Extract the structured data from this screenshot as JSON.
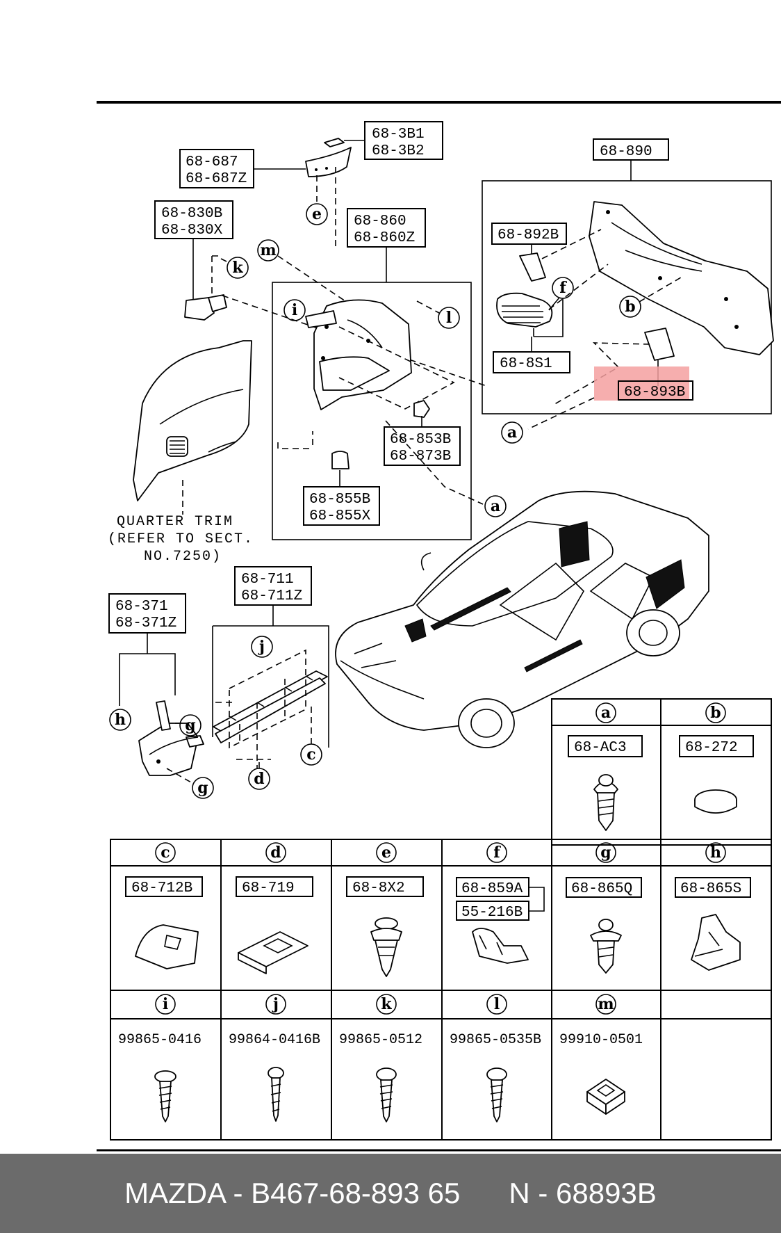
{
  "labels": {
    "p68_3B1": "68-3B1",
    "p68_3B2": "68-3B2",
    "p68_687": "68-687",
    "p68_687Z": "68-687Z",
    "p68_830B": "68-830B",
    "p68_830X": "68-830X",
    "p68_860": "68-860",
    "p68_860Z": "68-860Z",
    "p68_890": "68-890",
    "p68_892B": "68-892B",
    "p68_8S1": "68-8S1",
    "p68_893B": "68-893B",
    "p68_853B": "68-853B",
    "p68_873B": "68-873B",
    "p68_855B": "68-855B",
    "p68_855X": "68-855X",
    "p68_371": "68-371",
    "p68_371Z": "68-371Z",
    "p68_711": "68-711",
    "p68_711Z": "68-711Z"
  },
  "quarter_trim": {
    "line1": "QUARTER TRIM",
    "line2": "(REFER TO SECT.",
    "line3": "NO.7250)"
  },
  "callouts": {
    "a": "a",
    "b": "b",
    "c": "c",
    "d": "d",
    "e": "e",
    "f": "f",
    "g": "g",
    "h": "h",
    "i": "i",
    "j": "j",
    "k": "k",
    "l": "l",
    "m": "m"
  },
  "fastener_table": {
    "a": "68-AC3",
    "b": "68-272",
    "c": "68-712B",
    "d": "68-719",
    "e": "68-8X2",
    "f1": "68-859A",
    "f2": "55-216B",
    "g": "68-865Q",
    "h": "68-865S",
    "i": "99865-0416",
    "j": "99864-0416B",
    "k": "99865-0512",
    "l": "99865-0535B",
    "m": "99910-0501"
  },
  "highlight_color": "#f5a0a0",
  "footer": {
    "left": "MAZDA - B467-68-893 65",
    "right": "N - 68893B"
  }
}
